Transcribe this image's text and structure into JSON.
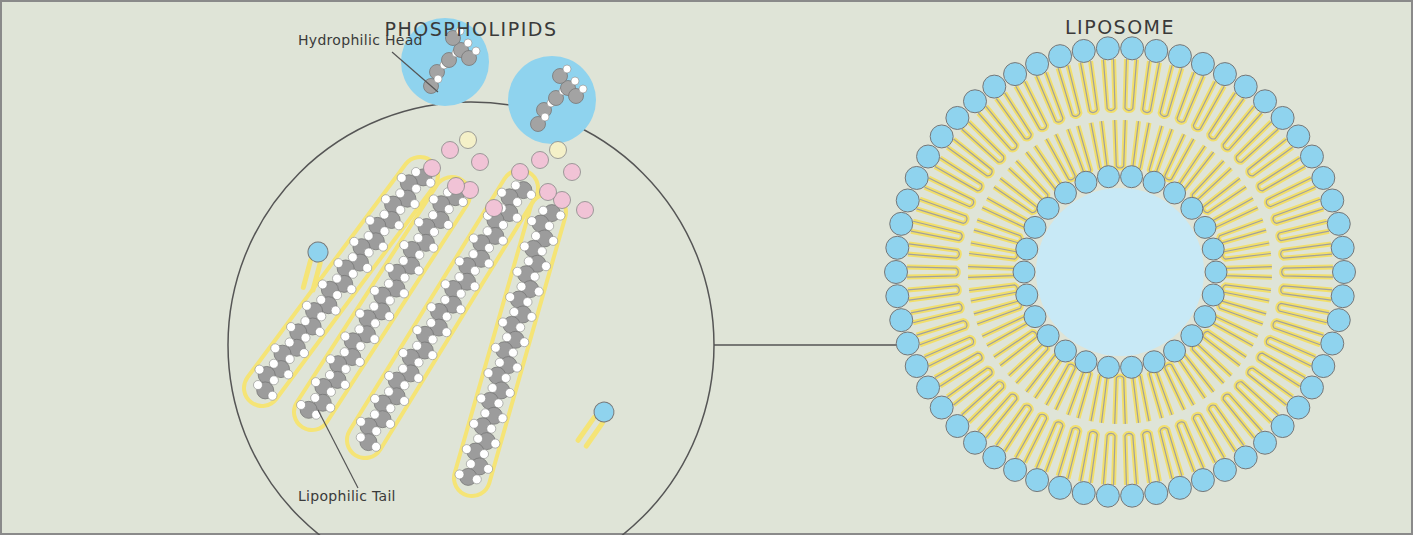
{
  "diagram": {
    "labels": [
      "PHOSPHOLIPIDS",
      "Hydrophilic Head",
      "Lipophilic Tail",
      "LIPOSOME"
    ]
  }
}
